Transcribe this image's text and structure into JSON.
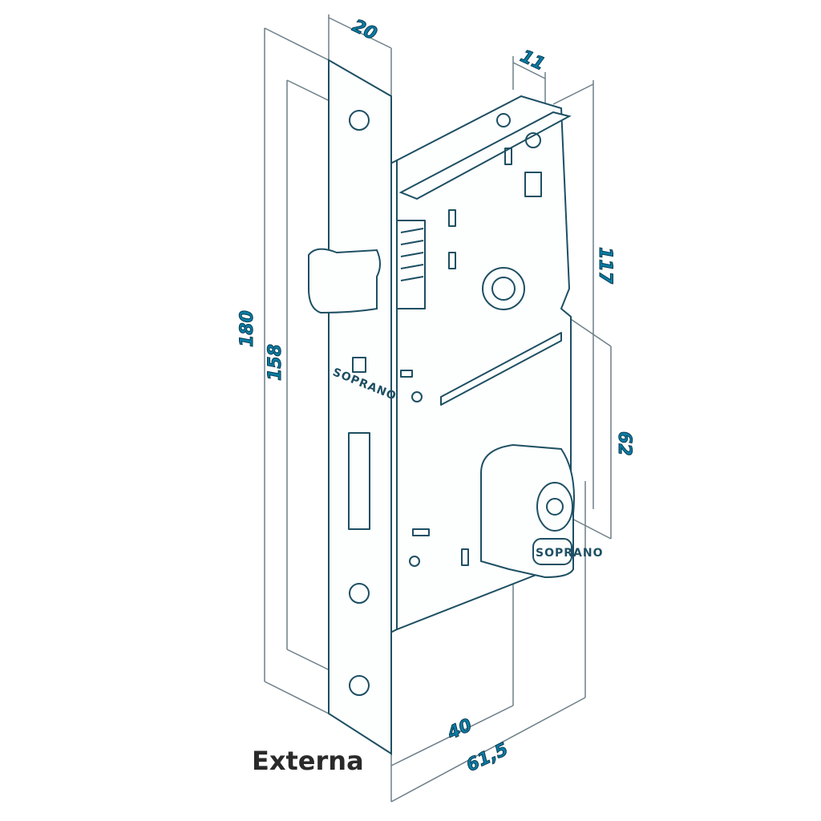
{
  "dimensions": {
    "faceplate_width": "20",
    "top_offset": "11",
    "body_height": "117",
    "faceplate_height": "180",
    "screw_spacing": "158",
    "center_distance": "62",
    "backset": "40",
    "body_depth": "61,5"
  },
  "brand": "SOPRANO",
  "caption": "Externa",
  "colors": {
    "line": "#1d4f63",
    "dimension_text": "#0a7da6"
  }
}
